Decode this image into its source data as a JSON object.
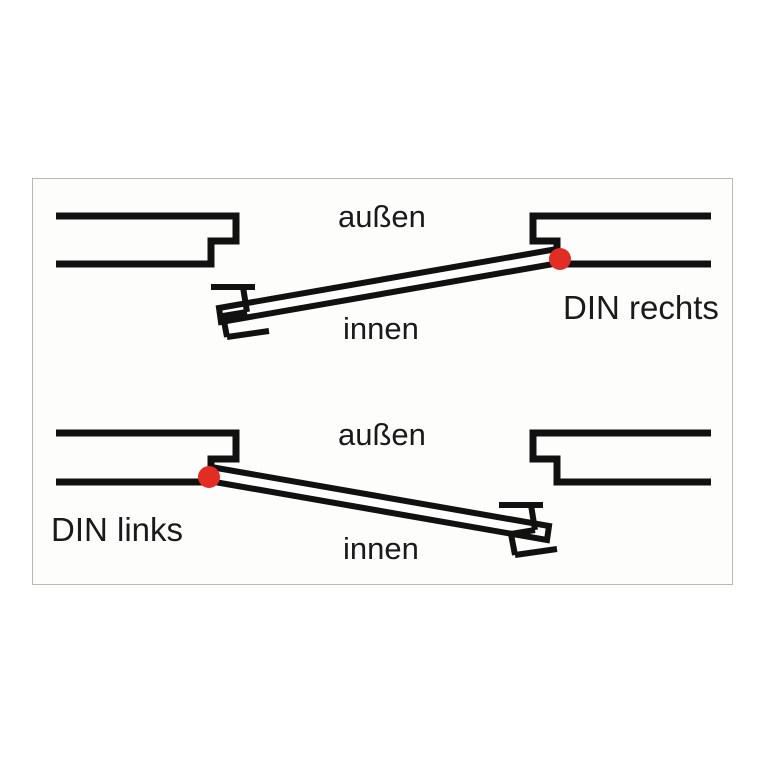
{
  "figure": {
    "title": "DIN door handing diagram",
    "background_color": "#ffffff",
    "panel_background": "#fdfdfc",
    "panel_border_color": "#b9b9b9",
    "line_color": "#111111",
    "hinge_color": "#e12d23"
  },
  "labels": {
    "top_outside": "außen",
    "top_inside": "innen",
    "top_designation": "DIN rechts",
    "bottom_outside": "außen",
    "bottom_inside": "innen",
    "bottom_designation": "DIN links"
  },
  "variants": [
    {
      "id": "din-rechts",
      "designation": "DIN rechts",
      "hinge_side": "right",
      "outside_label": "außen",
      "inside_label": "innen"
    },
    {
      "id": "din-links",
      "designation": "DIN links",
      "hinge_side": "left",
      "outside_label": "außen",
      "inside_label": "innen"
    }
  ]
}
